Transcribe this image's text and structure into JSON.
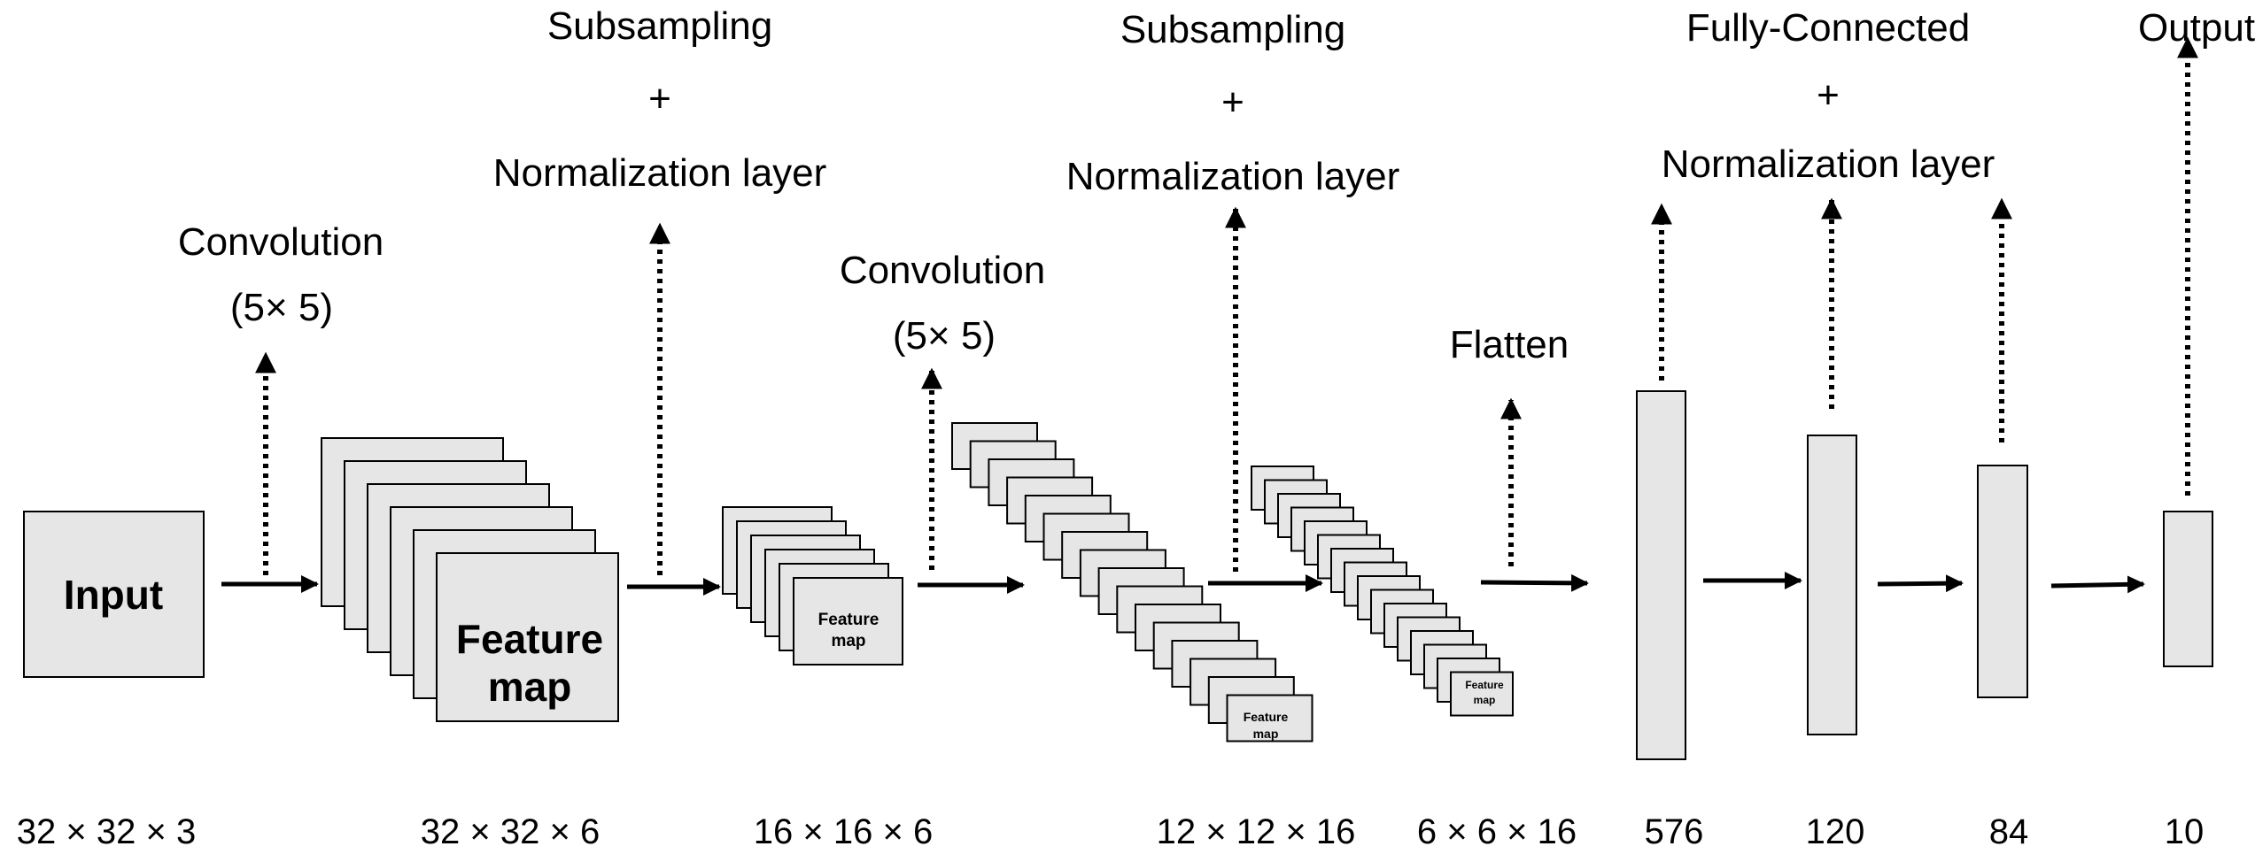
{
  "labels": {
    "input": "Input",
    "feature_map": "Feature map",
    "feature_map_line1": "Feature",
    "feature_map_line2": "map",
    "convolution": "Convolution",
    "kernel": "(5× 5)",
    "subsampling": "Subsampling",
    "plus": "+",
    "normalization": "Normalization layer",
    "flatten": "Flatten",
    "fully_connected": "Fully-Connected",
    "output": "Output"
  },
  "dimensions": [
    "32 × 32 × 3",
    "32 × 32 × 6",
    "16 × 16 × 6",
    "12 × 12 × 16",
    "6 × 6 × 16",
    "576",
    "120",
    "84",
    "10"
  ],
  "layers": [
    {
      "name": "input",
      "shape": "32 × 32 × 3"
    },
    {
      "name": "conv1",
      "maps": 6,
      "shape": "32 × 32 × 6"
    },
    {
      "name": "pool1",
      "maps": 6,
      "shape": "16 × 16 × 6"
    },
    {
      "name": "conv2",
      "maps": 16,
      "shape": "12 × 12 × 16"
    },
    {
      "name": "pool2",
      "maps": 16,
      "shape": "6 × 6 × 16"
    },
    {
      "name": "fc1",
      "units": 576
    },
    {
      "name": "fc2",
      "units": 120
    },
    {
      "name": "fc3",
      "units": 84
    },
    {
      "name": "output",
      "units": 10
    }
  ],
  "colors": {
    "box_fill": "#e6e6e6",
    "stroke": "#000000",
    "background": "#ffffff"
  }
}
